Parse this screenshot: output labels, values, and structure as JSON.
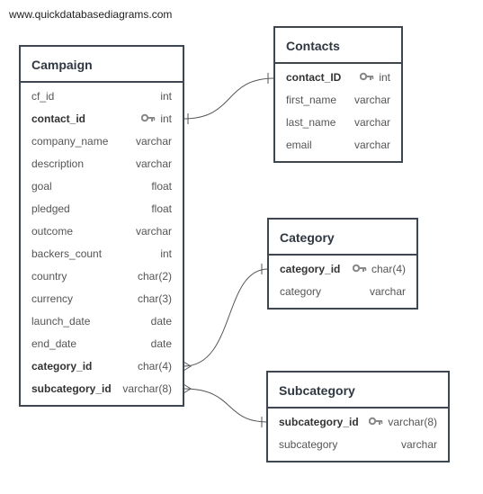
{
  "watermark": "www.quickdatabasediagrams.com",
  "colors": {
    "border": "#3d4653",
    "line": "#555555",
    "key": "#888888"
  },
  "entities": {
    "campaign": {
      "title": "Campaign",
      "fields": [
        {
          "name": "cf_id",
          "type": "int",
          "pk": false,
          "fk": false
        },
        {
          "name": "contact_id",
          "type": "int",
          "pk": true,
          "fk": true
        },
        {
          "name": "company_name",
          "type": "varchar",
          "pk": false,
          "fk": false
        },
        {
          "name": "description",
          "type": "varchar",
          "pk": false,
          "fk": false
        },
        {
          "name": "goal",
          "type": "float",
          "pk": false,
          "fk": false
        },
        {
          "name": "pledged",
          "type": "float",
          "pk": false,
          "fk": false
        },
        {
          "name": "outcome",
          "type": "varchar",
          "pk": false,
          "fk": false
        },
        {
          "name": "backers_count",
          "type": "int",
          "pk": false,
          "fk": false
        },
        {
          "name": "country",
          "type": "char(2)",
          "pk": false,
          "fk": false
        },
        {
          "name": "currency",
          "type": "char(3)",
          "pk": false,
          "fk": false
        },
        {
          "name": "launch_date",
          "type": "date",
          "pk": false,
          "fk": false
        },
        {
          "name": "end_date",
          "type": "date",
          "pk": false,
          "fk": false
        },
        {
          "name": "category_id",
          "type": "char(4)",
          "pk": false,
          "fk": true
        },
        {
          "name": "subcategory_id",
          "type": "varchar(8)",
          "pk": false,
          "fk": true
        }
      ]
    },
    "contacts": {
      "title": "Contacts",
      "fields": [
        {
          "name": "contact_ID",
          "type": "int",
          "pk": true,
          "fk": false
        },
        {
          "name": "first_name",
          "type": "varchar",
          "pk": false,
          "fk": false
        },
        {
          "name": "last_name",
          "type": "varchar",
          "pk": false,
          "fk": false
        },
        {
          "name": "email",
          "type": "varchar",
          "pk": false,
          "fk": false
        }
      ]
    },
    "category": {
      "title": "Category",
      "fields": [
        {
          "name": "category_id",
          "type": "char(4)",
          "pk": true,
          "fk": false
        },
        {
          "name": "category",
          "type": "varchar",
          "pk": false,
          "fk": false
        }
      ]
    },
    "subcategory": {
      "title": "Subcategory",
      "fields": [
        {
          "name": "subcategory_id",
          "type": "varchar(8)",
          "pk": true,
          "fk": false
        },
        {
          "name": "subcategory",
          "type": "varchar",
          "pk": false,
          "fk": false
        }
      ]
    }
  },
  "relationships": [
    {
      "from": "campaign.contact_id",
      "to": "contacts.contact_ID",
      "from_end": "one",
      "to_end": "one"
    },
    {
      "from": "campaign.category_id",
      "to": "category.category_id",
      "from_end": "many",
      "to_end": "one"
    },
    {
      "from": "campaign.subcategory_id",
      "to": "subcategory.subcategory_id",
      "from_end": "many",
      "to_end": "one"
    }
  ]
}
